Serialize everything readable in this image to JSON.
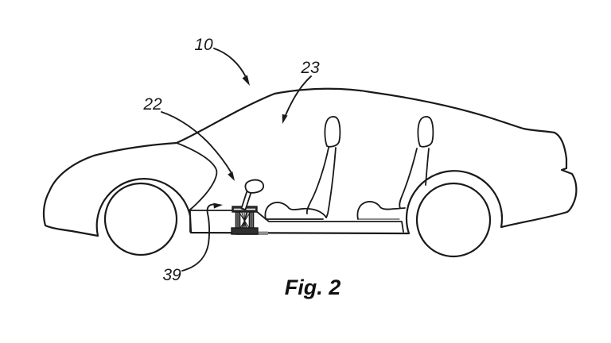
{
  "figure": {
    "caption": "Fig. 2",
    "labels": {
      "l10": "10",
      "l22": "22",
      "l23": "23",
      "l39": "39"
    }
  },
  "colors": {
    "line": "#1a1a1a",
    "background": "#ffffff",
    "shifter_plate": "#2f2f2f",
    "floor_pad": "#8d8d8d"
  }
}
